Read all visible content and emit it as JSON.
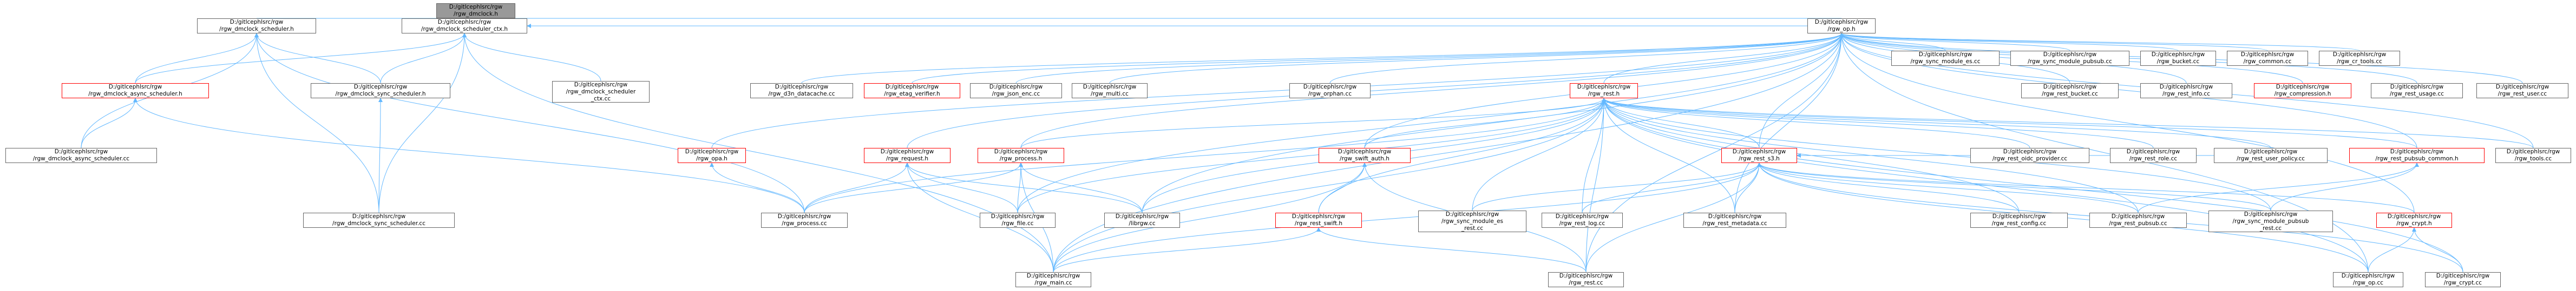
{
  "colors": {
    "edge": "#63b8ff",
    "node_border": "#666666",
    "link_border": "#ff0000",
    "root_fill": "#999999"
  },
  "nodes": {
    "dmclock_h": "D:/gitlcephlsrc/rgw\n/rgw_dmclock.h",
    "dmclock_scheduler_h": "D:/gitlcephlsrc/rgw\n/rgw_dmclock_scheduler.h",
    "dmclock_scheduler_ctx_h": "D:/gitlcephlsrc/rgw\n/rgw_dmclock_scheduler_ctx.h",
    "op_h": "D:/gitlcephlsrc/rgw\n/rgw_op.h",
    "dmclock_async_scheduler_h": "D:/gitlcephlsrc/rgw\n/rgw_dmclock_async_scheduler.h",
    "dmclock_sync_scheduler_h": "D:/gitlcephlsrc/rgw\n/rgw_dmclock_sync_scheduler.h",
    "dmclock_scheduler_ctx_cc": "D:/gitlcephlsrc/rgw\n/rgw_dmclock_scheduler\n_ctx.cc",
    "dmclock_async_scheduler_cc": "D:/gitlcephlsrc/rgw\n/rgw_dmclock_async_scheduler.cc",
    "dmclock_sync_scheduler_cc": "D:/gitlcephlsrc/rgw\n/rgw_dmclock_sync_scheduler.cc",
    "opa_h": "D:/gitlcephlsrc/rgw\n/rgw_opa.h",
    "d3n_datacache_cc": "D:/gitlcephlsrc/rgw\n/rgw_d3n_datacache.cc",
    "etag_verifier_h": "D:/gitlcephlsrc/rgw\n/rgw_etag_verifier.h",
    "request_h": "D:/gitlcephlsrc/rgw\n/rgw_request.h",
    "json_enc_cc": "D:/gitlcephlsrc/rgw\n/rgw_json_enc.cc",
    "multi_cc": "D:/gitlcephlsrc/rgw\n/rgw_multi.cc",
    "process_h": "D:/gitlcephlsrc/rgw\n/rgw_process.h",
    "orphan_cc": "D:/gitlcephlsrc/rgw\n/rgw_orphan.cc",
    "swift_auth_h": "D:/gitlcephlsrc/rgw\n/rgw_swift_auth.h",
    "rest_h": "D:/gitlcephlsrc/rgw\n/rgw_rest.h",
    "process_cc": "D:/gitlcephlsrc/rgw\n/rgw_process.cc",
    "file_cc": "D:/gitlcephlsrc/rgw\n/rgw_file.cc",
    "librgw_cc": "D:/gitlcephlsrc/rgw\n/librgw.cc",
    "rest_swift_h": "D:/gitlcephlsrc/rgw\n/rgw_rest_swift.h",
    "main_cc": "D:/gitlcephlsrc/rgw\n/rgw_main.cc",
    "rest_cc": "D:/gitlcephlsrc/rgw\n/rgw_rest.cc",
    "sync_module_es_rest_cc": "D:/gitlcephlsrc/rgw\n/rgw_sync_module_es\n_rest.cc",
    "rest_log_cc": "D:/gitlcephlsrc/rgw\n/rgw_rest_log.cc",
    "rest_s3_h": "D:/gitlcephlsrc/rgw\n/rgw_rest_s3.h",
    "rest_metadata_cc": "D:/gitlcephlsrc/rgw\n/rgw_rest_metadata.cc",
    "rest_oidc_provider_cc": "D:/gitlcephlsrc/rgw\n/rgw_rest_oidc_provider.cc",
    "rest_role_cc": "D:/gitlcephlsrc/rgw\n/rgw_rest_role.cc",
    "rest_user_policy_cc": "D:/gitlcephlsrc/rgw\n/rgw_rest_user_policy.cc",
    "rest_config_cc": "D:/gitlcephlsrc/rgw\n/rgw_rest_config.cc",
    "rest_pubsub_cc": "D:/gitlcephlsrc/rgw\n/rgw_rest_pubsub.cc",
    "rest_bucket_cc": "D:/gitlcephlsrc/rgw\n/rgw_rest_bucket.cc",
    "rest_info_cc": "D:/gitlcephlsrc/rgw\n/rgw_rest_info.cc",
    "compression_h": "D:/gitlcephlsrc/rgw\n/rgw_compression.h",
    "rest_pubsub_common_h": "D:/gitlcephlsrc/rgw\n/rgw_rest_pubsub_common.h",
    "sync_module_pubsub_rest_cc": "D:/gitlcephlsrc/rgw\n/rgw_sync_module_pubsub\n_rest.cc",
    "crypt_h": "D:/gitlcephlsrc/rgw\n/rgw_crypt.h",
    "op_cc": "D:/gitlcephlsrc/rgw\n/rgw_op.cc",
    "crypt_cc": "D:/gitlcephlsrc/rgw\n/rgw_crypt.cc",
    "rest_usage_cc": "D:/gitlcephlsrc/rgw\n/rgw_rest_usage.cc",
    "rest_user_cc": "D:/gitlcephlsrc/rgw\n/rgw_rest_user.cc",
    "sync_module_es_cc": "D:/gitlcephlsrc/rgw\n/rgw_sync_module_es.cc",
    "sync_module_pubsub_cc": "D:/gitlcephlsrc/rgw\n/rgw_sync_module_pubsub.cc",
    "tools_cc": "D:/gitlcephlsrc/rgw\n/rgw_tools.cc",
    "bucket_cc": "D:/gitlcephlsrc/rgw\n/rgw_bucket.cc",
    "common_cc": "D:/gitlcephlsrc/rgw\n/rgw_common.cc",
    "cr_tools_cc": "D:/gitlcephlsrc/rgw\n/rgw_cr_tools.cc"
  },
  "edges": [
    [
      "dmclock_scheduler_h",
      "dmclock_h"
    ],
    [
      "dmclock_scheduler_ctx_h",
      "dmclock_h"
    ],
    [
      "op_h",
      "dmclock_h"
    ],
    [
      "dmclock_async_scheduler_h",
      "dmclock_scheduler_h"
    ],
    [
      "dmclock_sync_scheduler_h",
      "dmclock_scheduler_h"
    ],
    [
      "dmclock_async_scheduler_cc",
      "dmclock_scheduler_h"
    ],
    [
      "dmclock_sync_scheduler_cc",
      "dmclock_scheduler_h"
    ],
    [
      "process_cc",
      "dmclock_scheduler_h"
    ],
    [
      "dmclock_async_scheduler_h",
      "dmclock_scheduler_ctx_h"
    ],
    [
      "dmclock_sync_scheduler_h",
      "dmclock_scheduler_ctx_h"
    ],
    [
      "dmclock_scheduler_ctx_cc",
      "dmclock_scheduler_ctx_h"
    ],
    [
      "dmclock_sync_scheduler_cc",
      "dmclock_scheduler_ctx_h"
    ],
    [
      "main_cc",
      "dmclock_scheduler_ctx_h"
    ],
    [
      "op_h",
      "dmclock_scheduler_ctx_h"
    ],
    [
      "dmclock_async_scheduler_cc",
      "dmclock_async_scheduler_h"
    ],
    [
      "process_cc",
      "dmclock_async_scheduler_h"
    ],
    [
      "dmclock_sync_scheduler_cc",
      "dmclock_sync_scheduler_h"
    ],
    [
      "opa_h",
      "op_h"
    ],
    [
      "d3n_datacache_cc",
      "op_h"
    ],
    [
      "etag_verifier_h",
      "op_h"
    ],
    [
      "request_h",
      "op_h"
    ],
    [
      "json_enc_cc",
      "op_h"
    ],
    [
      "multi_cc",
      "op_h"
    ],
    [
      "process_h",
      "op_h"
    ],
    [
      "orphan_cc",
      "op_h"
    ],
    [
      "swift_auth_h",
      "op_h"
    ],
    [
      "rest_h",
      "op_h"
    ],
    [
      "file_cc",
      "op_h"
    ],
    [
      "librgw_cc",
      "op_h"
    ],
    [
      "rest_s3_h",
      "op_h"
    ],
    [
      "rest_bucket_cc",
      "op_h"
    ],
    [
      "rest_info_cc",
      "op_h"
    ],
    [
      "compression_h",
      "op_h"
    ],
    [
      "rest_usage_cc",
      "op_h"
    ],
    [
      "rest_user_cc",
      "op_h"
    ],
    [
      "sync_module_es_cc",
      "op_h"
    ],
    [
      "sync_module_pubsub_cc",
      "op_h"
    ],
    [
      "bucket_cc",
      "op_h"
    ],
    [
      "common_cc",
      "op_h"
    ],
    [
      "cr_tools_cc",
      "op_h"
    ],
    [
      "tools_cc",
      "op_h"
    ],
    [
      "rest_pubsub_common_h",
      "op_h"
    ],
    [
      "op_cc",
      "op_h"
    ],
    [
      "crypt_h",
      "op_h"
    ],
    [
      "main_cc",
      "op_h"
    ],
    [
      "rest_cc",
      "op_h"
    ],
    [
      "rest_metadata_cc",
      "op_h"
    ],
    [
      "process_cc",
      "opa_h"
    ],
    [
      "process_cc",
      "request_h"
    ],
    [
      "file_cc",
      "request_h"
    ],
    [
      "librgw_cc",
      "request_h"
    ],
    [
      "main_cc",
      "request_h"
    ],
    [
      "process_cc",
      "process_h"
    ],
    [
      "librgw_cc",
      "process_h"
    ],
    [
      "file_cc",
      "process_h"
    ],
    [
      "main_cc",
      "process_h"
    ],
    [
      "rest_swift_h",
      "swift_auth_h"
    ],
    [
      "main_cc",
      "swift_auth_h"
    ],
    [
      "rest_cc",
      "swift_auth_h"
    ],
    [
      "process_h",
      "rest_h"
    ],
    [
      "swift_auth_h",
      "rest_h"
    ],
    [
      "rest_s3_h",
      "rest_h"
    ],
    [
      "rest_swift_h",
      "rest_h"
    ],
    [
      "rest_log_cc",
      "rest_h"
    ],
    [
      "rest_metadata_cc",
      "rest_h"
    ],
    [
      "sync_module_es_rest_cc",
      "rest_h"
    ],
    [
      "rest_oidc_provider_cc",
      "rest_h"
    ],
    [
      "rest_role_cc",
      "rest_h"
    ],
    [
      "rest_user_policy_cc",
      "rest_h"
    ],
    [
      "rest_config_cc",
      "rest_h"
    ],
    [
      "rest_pubsub_cc",
      "rest_h"
    ],
    [
      "rest_pubsub_common_h",
      "rest_h"
    ],
    [
      "tools_cc",
      "rest_h"
    ],
    [
      "rest_cc",
      "rest_h"
    ],
    [
      "main_cc",
      "rest_h"
    ],
    [
      "file_cc",
      "rest_h"
    ],
    [
      "librgw_cc",
      "rest_h"
    ],
    [
      "op_cc",
      "rest_h"
    ],
    [
      "crypt_cc",
      "rest_h"
    ],
    [
      "sync_module_pubsub_rest_cc",
      "rest_h"
    ],
    [
      "process_cc",
      "rest_h"
    ],
    [
      "main_cc",
      "rest_swift_h"
    ],
    [
      "rest_cc",
      "rest_swift_h"
    ],
    [
      "rest_cc",
      "rest_s3_h"
    ],
    [
      "rest_log_cc",
      "rest_s3_h"
    ],
    [
      "rest_metadata_cc",
      "rest_s3_h"
    ],
    [
      "sync_module_es_rest_cc",
      "rest_s3_h"
    ],
    [
      "rest_config_cc",
      "rest_s3_h"
    ],
    [
      "rest_pubsub_cc",
      "rest_s3_h"
    ],
    [
      "rest_oidc_provider_cc",
      "rest_s3_h"
    ],
    [
      "rest_role_cc",
      "rest_s3_h"
    ],
    [
      "rest_user_policy_cc",
      "rest_s3_h"
    ],
    [
      "crypt_h",
      "rest_s3_h"
    ],
    [
      "op_cc",
      "rest_s3_h"
    ],
    [
      "crypt_cc",
      "rest_s3_h"
    ],
    [
      "sync_module_pubsub_rest_cc",
      "rest_s3_h"
    ],
    [
      "main_cc",
      "rest_s3_h"
    ],
    [
      "rest_pubsub_cc",
      "rest_pubsub_common_h"
    ],
    [
      "sync_module_pubsub_rest_cc",
      "rest_pubsub_common_h"
    ],
    [
      "op_cc",
      "crypt_h"
    ],
    [
      "crypt_cc",
      "crypt_h"
    ]
  ]
}
